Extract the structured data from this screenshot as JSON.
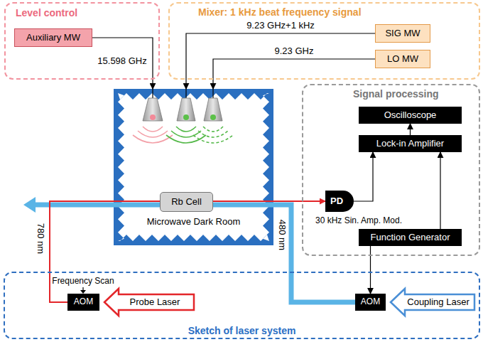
{
  "diagram": {
    "nodes": [
      {
        "text": [
          "Level control"
        ]
      },
      {
        "text": [
          "Auxiliary MW"
        ],
        "in": 0
      },
      {
        "text": [
          "Mixer: 1 kHz beat frequency signal"
        ]
      },
      {
        "text": [
          "SIG MW"
        ],
        "in": 2
      },
      {
        "text": [
          "LO MW"
        ],
        "in": 2
      },
      {
        "text": [
          "Microwave Dark Room"
        ]
      },
      {
        "text": [
          "Rb Cell"
        ],
        "in": 5
      },
      {
        "text": [
          "Signal processing"
        ]
      },
      {
        "text": [
          "Oscilloscope"
        ],
        "in": 7
      },
      {
        "text": [
          "Lock-in Amplifier"
        ],
        "in": 7
      },
      {
        "text": [
          "PD"
        ],
        "in": 7
      },
      {
        "text": [
          "Function Generator"
        ],
        "in": 7
      },
      {
        "text": [
          "Sketch of laser system"
        ]
      },
      {
        "text": [
          "AOM"
        ],
        "in": 12
      },
      {
        "text": [
          "Probe Laser"
        ],
        "in": 12
      },
      {
        "text": [
          "AOM"
        ],
        "in": 12
      },
      {
        "text": [
          "Coupling Laser"
        ],
        "in": 12
      }
    ],
    "edges": [
      {
        "from": 1,
        "to": 5,
        "arrow": "to",
        "label": "15.598 GHz"
      },
      {
        "from": 3,
        "to": 5,
        "arrow": "to",
        "label": "9.23 GHz+1 kHz"
      },
      {
        "from": 4,
        "to": 5,
        "arrow": "to",
        "label": "9.23 GHz"
      },
      {
        "from": 15,
        "to": 6,
        "arrow": "none"
      },
      {
        "from": 13,
        "to": 6,
        "arrow": "none"
      },
      {
        "from": 6,
        "to": 10,
        "arrow": "to"
      },
      {
        "from": 9,
        "to": 8,
        "arrow": "to"
      },
      {
        "from": 10,
        "to": 9,
        "arrow": "to"
      },
      {
        "from": 11,
        "to": 9,
        "arrow": "to"
      },
      {
        "from": 11,
        "to": 15,
        "arrow": "to"
      }
    ],
    "labels": [
      "780 nm",
      "480 nm",
      "30 kHz Sin. Amp. Mod.",
      "Frequency Scan"
    ]
  }
}
